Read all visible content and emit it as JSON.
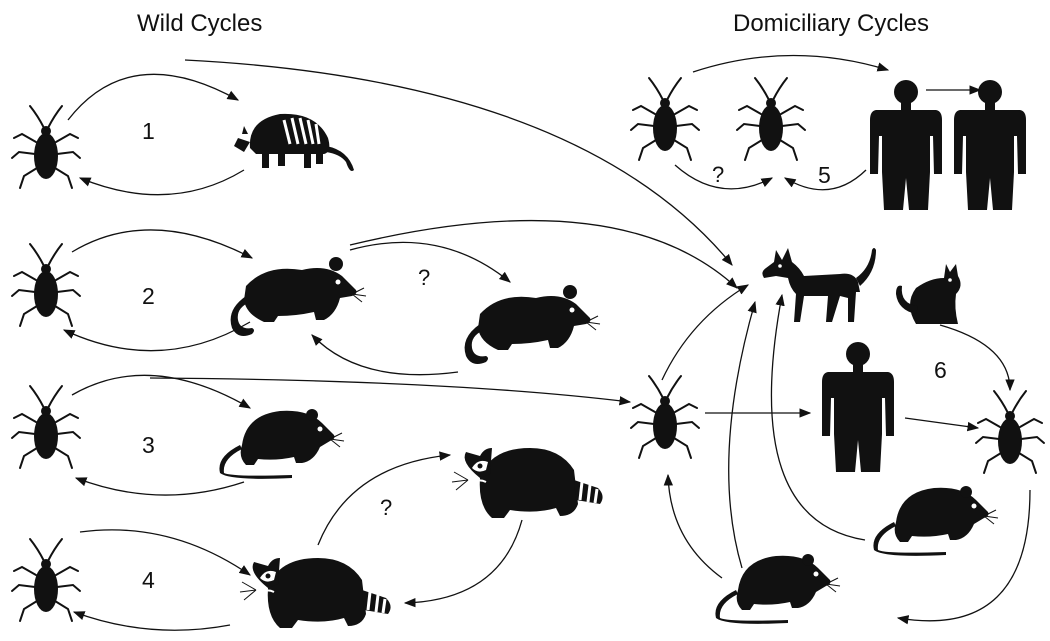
{
  "titles": {
    "wild": "Wild Cycles",
    "domiciliary": "Domiciliary Cycles"
  },
  "cycle_labels": [
    "1",
    "2",
    "3",
    "4",
    "5",
    "6"
  ],
  "unknown_marker": "?",
  "colors": {
    "ink": "#111111",
    "background": "#ffffff"
  },
  "icons": {
    "vector": "triatomine-bug-icon",
    "armadillo": "armadillo-icon",
    "opossum": "opossum-icon",
    "rodent": "rodent-icon",
    "raccoon": "raccoon-icon",
    "human": "human-icon",
    "dog": "dog-icon",
    "cat": "cat-icon"
  }
}
